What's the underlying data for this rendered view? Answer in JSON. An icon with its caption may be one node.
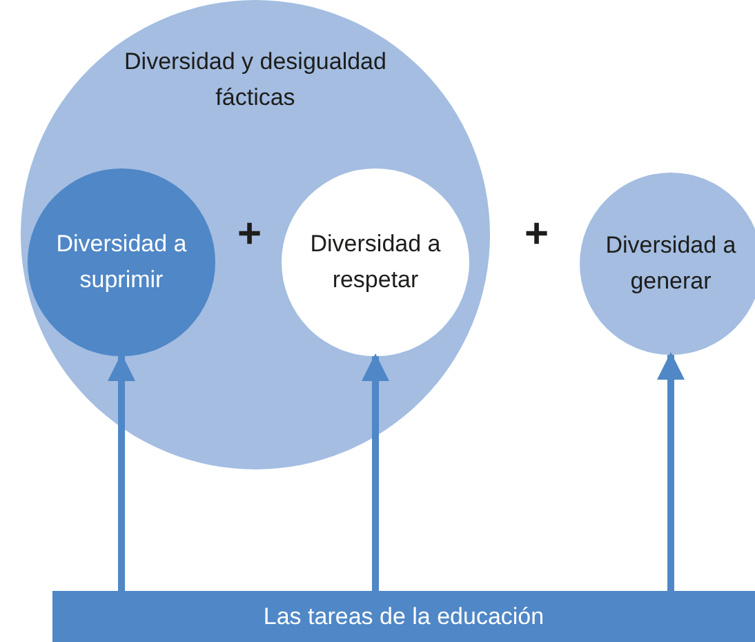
{
  "diagram": {
    "nodes": [
      {
        "text": [
          "Diversidad y desigualdad fácticas"
        ]
      },
      {
        "text": [
          "Diversidad a suprimir"
        ],
        "in": 0
      },
      {
        "text": [
          "Diversidad a respetar"
        ],
        "in": 0
      },
      {
        "text": [
          "Diversidad a generar"
        ]
      },
      {
        "text": [
          "Las tareas de la educación"
        ]
      }
    ],
    "edges": [
      {
        "from": 4,
        "to": 1,
        "arrow": "to"
      },
      {
        "from": 4,
        "to": 2,
        "arrow": "to"
      },
      {
        "from": 4,
        "to": 3,
        "arrow": "to"
      }
    ],
    "labels": [
      "+",
      "+"
    ]
  }
}
